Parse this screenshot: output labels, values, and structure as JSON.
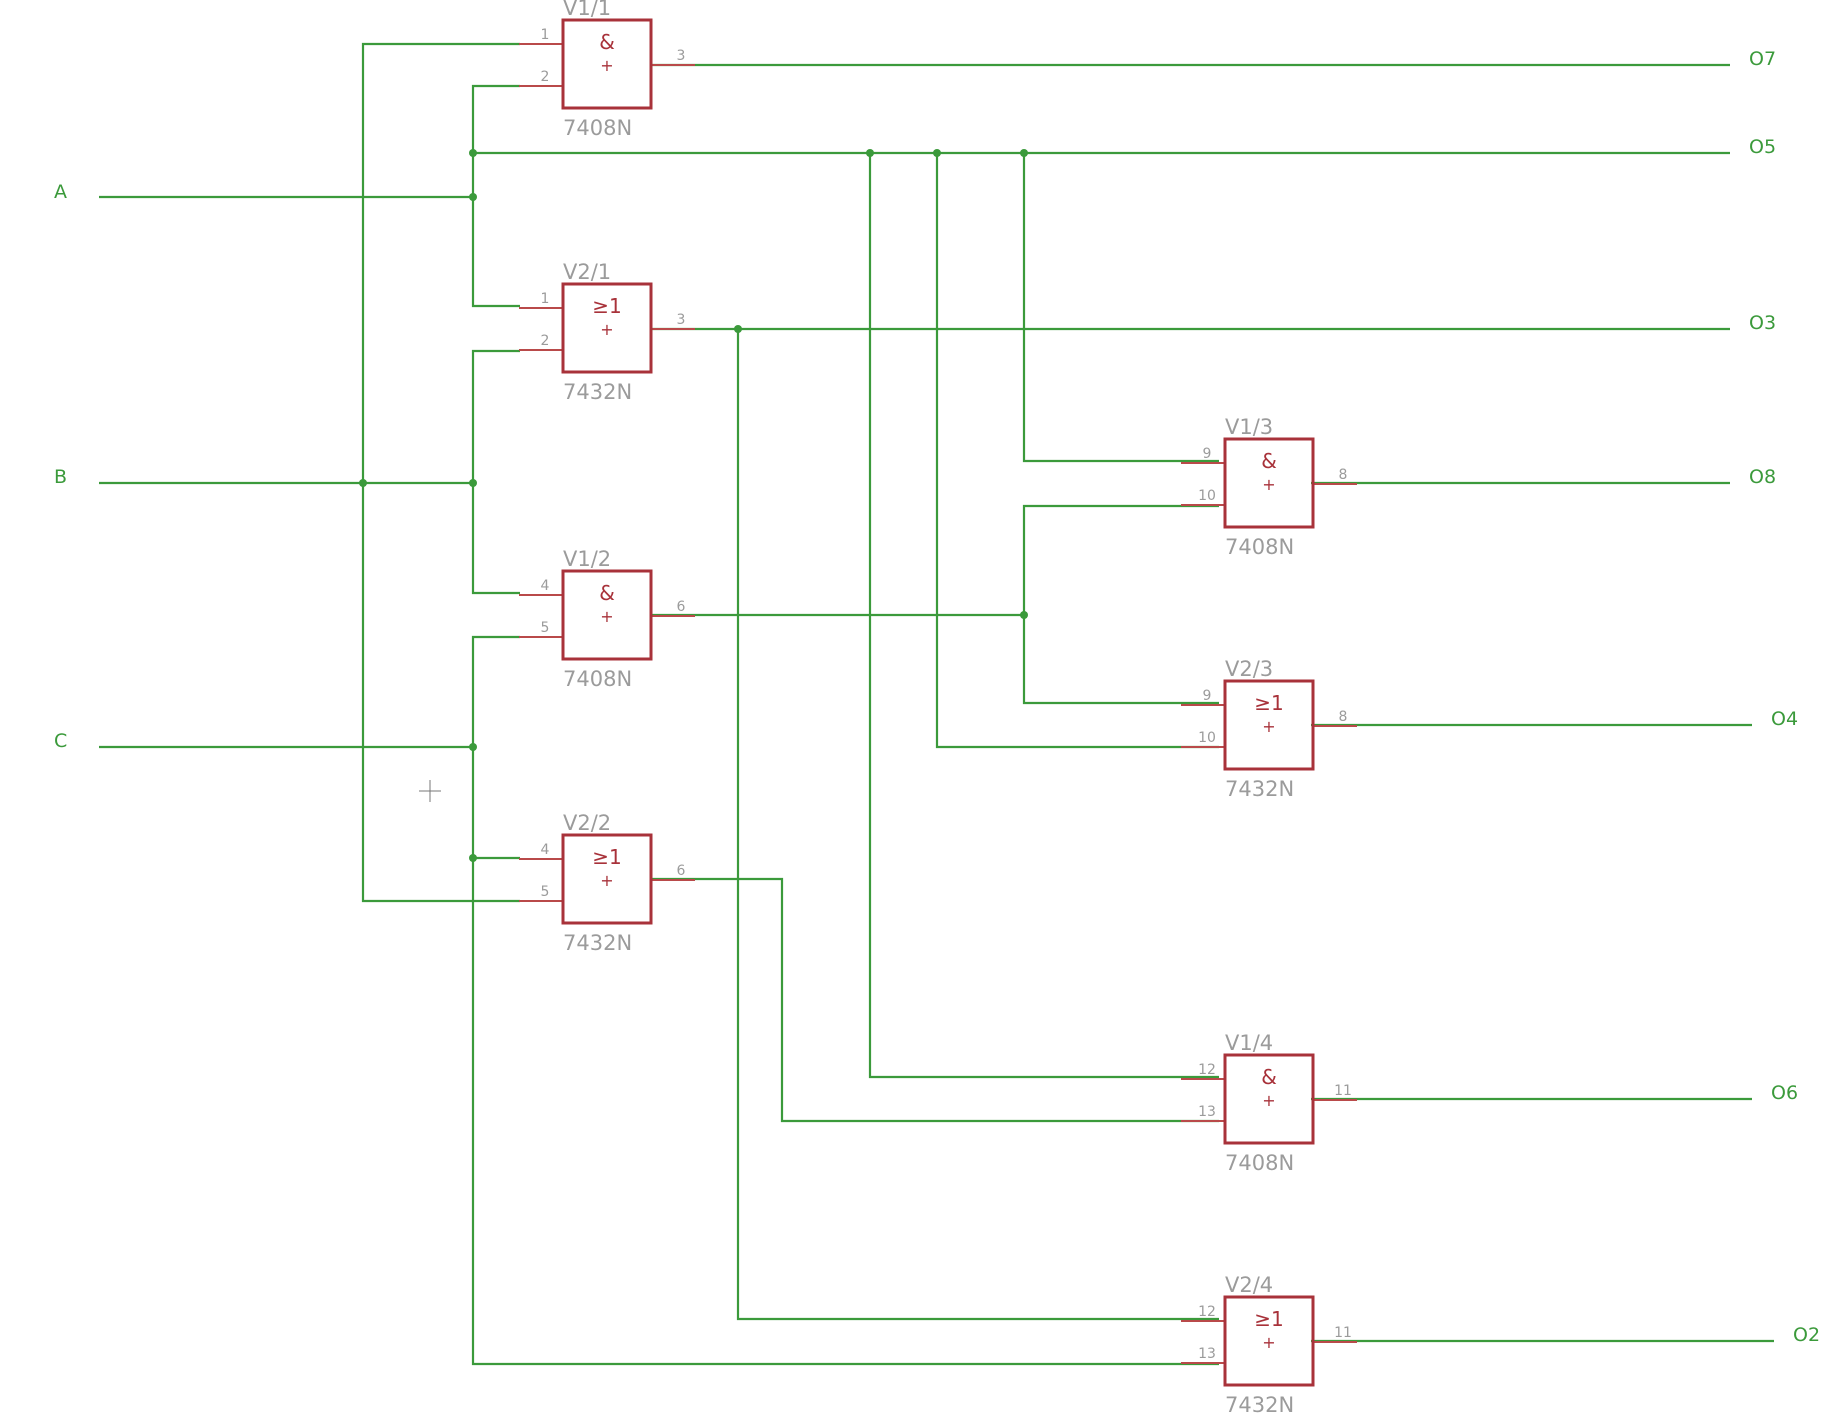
{
  "inputs": [
    {
      "id": "in-a",
      "label": "A"
    },
    {
      "id": "in-b",
      "label": "B"
    },
    {
      "id": "in-c",
      "label": "C"
    }
  ],
  "outputs": [
    {
      "id": "out-o7",
      "label": "O7"
    },
    {
      "id": "out-o5",
      "label": "O5"
    },
    {
      "id": "out-o3",
      "label": "O3"
    },
    {
      "id": "out-o8",
      "label": "O8"
    },
    {
      "id": "out-o4",
      "label": "O4"
    },
    {
      "id": "out-o6",
      "label": "O6"
    },
    {
      "id": "out-o2",
      "label": "O2"
    }
  ],
  "gates": [
    {
      "id": "v1-1",
      "name": "V1/1",
      "part": "7408N",
      "symbol": "&",
      "plus": "+",
      "pins": [
        "1",
        "2",
        "3"
      ]
    },
    {
      "id": "v2-1",
      "name": "V2/1",
      "part": "7432N",
      "symbol": "≥1",
      "plus": "+",
      "pins": [
        "1",
        "2",
        "3"
      ]
    },
    {
      "id": "v1-2",
      "name": "V1/2",
      "part": "7408N",
      "symbol": "&",
      "plus": "+",
      "pins": [
        "4",
        "5",
        "6"
      ]
    },
    {
      "id": "v2-2",
      "name": "V2/2",
      "part": "7432N",
      "symbol": "≥1",
      "plus": "+",
      "pins": [
        "4",
        "5",
        "6"
      ]
    },
    {
      "id": "v1-3",
      "name": "V1/3",
      "part": "7408N",
      "symbol": "&",
      "plus": "+",
      "pins": [
        "9",
        "10",
        "8"
      ]
    },
    {
      "id": "v2-3",
      "name": "V2/3",
      "part": "7432N",
      "symbol": "≥1",
      "plus": "+",
      "pins": [
        "9",
        "10",
        "8"
      ]
    },
    {
      "id": "v1-4",
      "name": "V1/4",
      "part": "7408N",
      "symbol": "&",
      "plus": "+",
      "pins": [
        "12",
        "13",
        "11"
      ]
    },
    {
      "id": "v2-4",
      "name": "V2/4",
      "part": "7432N",
      "symbol": "≥1",
      "plus": "+",
      "pins": [
        "12",
        "13",
        "11"
      ]
    }
  ],
  "colors": {
    "wire": "#3b9a3b",
    "gate": "#a8323a",
    "label": "#9b9b9b",
    "background": "#ffffff"
  }
}
